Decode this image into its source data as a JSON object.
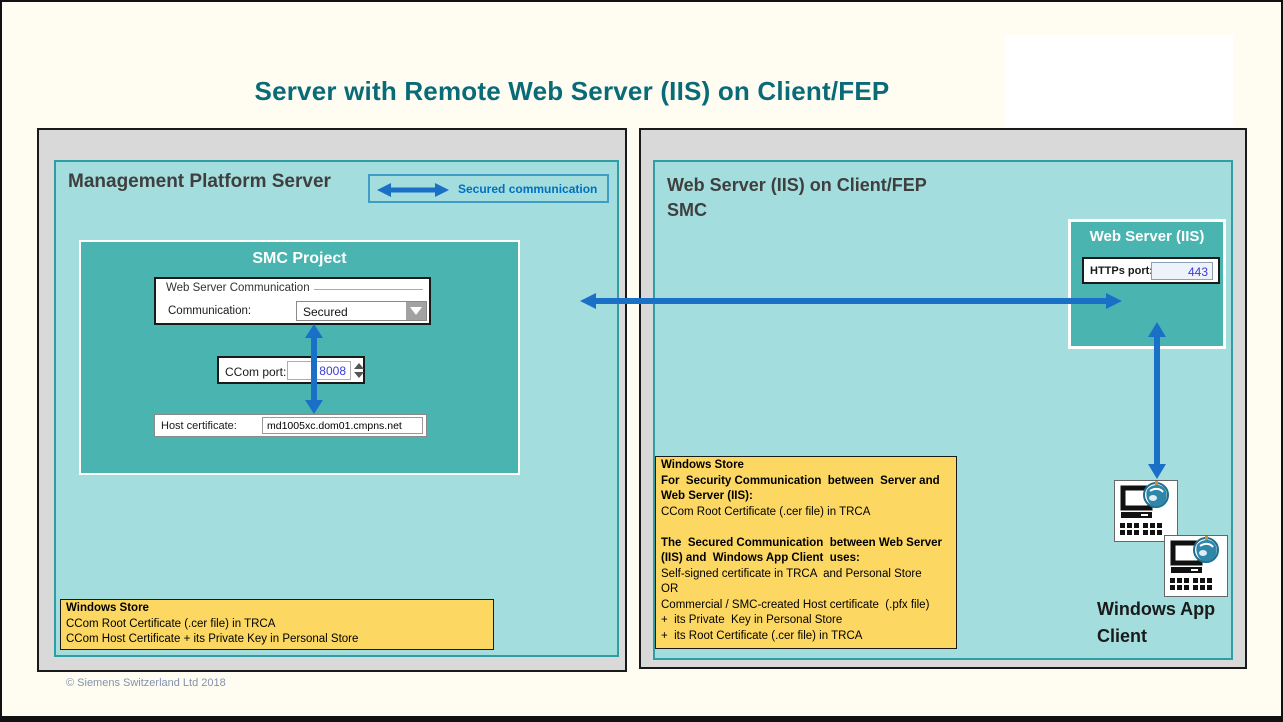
{
  "title": "Server with Remote Web Server (IIS) on Client/FEP",
  "legend": {
    "label": "Secured communication"
  },
  "left_panel": {
    "header": "Management Platform Server",
    "smc_project": {
      "title": "SMC Project",
      "web_server_communication": {
        "group_label": "Web Server Communication",
        "communication_label": "Communication:",
        "communication_value": "Secured"
      },
      "ccom_port": {
        "label": "CCom port:",
        "value": "8008"
      },
      "host_certificate": {
        "label": "Host certificate:",
        "value": "md1005xc.dom01.cmpns.net"
      }
    },
    "windows_store_note": {
      "lines": [
        {
          "text": "Windows Store",
          "bold": true
        },
        {
          "text": "CCom Root Certificate (.cer file) in TRCA",
          "bold": false
        },
        {
          "text": "CCom Host Certificate + its Private Key in Personal Store",
          "bold": false
        }
      ]
    }
  },
  "right_panel": {
    "header_line1": "Web Server (IIS) on Client/FEP",
    "header_line2": "SMC",
    "web_server_iis": {
      "title": "Web Server (IIS)",
      "https_port": {
        "label": "HTTPs port:",
        "value": "443"
      }
    },
    "windows_store_note": {
      "lines": [
        {
          "text": "Windows Store",
          "bold": true
        },
        {
          "text": "For  Security Communication  between  Server and",
          "bold": true
        },
        {
          "text": "Web Server (IIS):",
          "bold": true
        },
        {
          "text": "CCom Root Certificate (.cer file) in TRCA",
          "bold": false
        },
        {
          "text": "",
          "bold": false
        },
        {
          "text": "The  Secured Communication  between Web Server",
          "bold": true
        },
        {
          "text": "(IIS) and  Windows App Client  uses:",
          "bold": true
        },
        {
          "text": "Self-signed certificate in TRCA  and Personal Store",
          "bold": false
        },
        {
          "text": "OR",
          "bold": false
        },
        {
          "text": "Commercial / SMC-created Host certificate  (.pfx file)",
          "bold": false
        },
        {
          "text": "+  its Private  Key in Personal Store",
          "bold": false
        },
        {
          "text": "+  its Root Certificate (.cer file) in TRCA",
          "bold": false
        }
      ]
    },
    "windows_app_client": {
      "label_line1": "Windows App",
      "label_line2": "Client"
    }
  },
  "footer_text": "© Siemens Switzerland Ltd 2018",
  "colors": {
    "title_teal": "#0a6b78",
    "panel_teal_light": "#a4dddd",
    "panel_teal_dark": "#4ab5b0",
    "panel_gray": "#d9d9d9",
    "note_yellow": "#fcd862",
    "arrow_blue": "#1a70c6",
    "legend_text_blue": "#0070c0",
    "field_value_blue": "#3b3bd6"
  }
}
